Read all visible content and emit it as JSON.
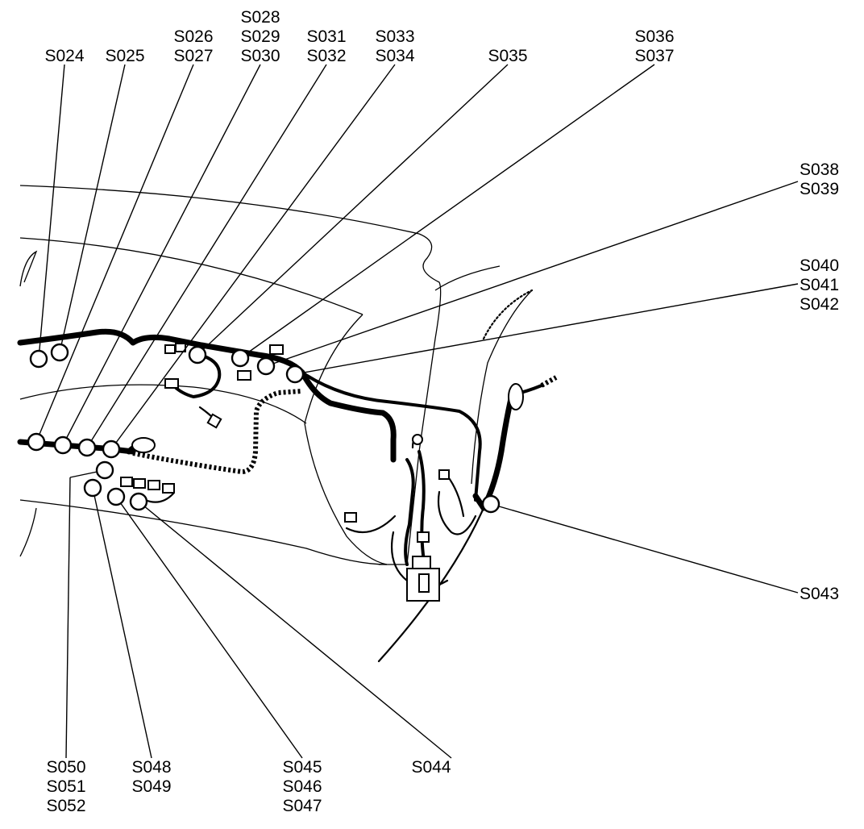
{
  "splices": {
    "s024": [
      "S024"
    ],
    "s025": [
      "S025"
    ],
    "s026": [
      "S026",
      "S027"
    ],
    "s028": [
      "S028",
      "S029",
      "S030"
    ],
    "s031": [
      "S031",
      "S032"
    ],
    "s033": [
      "S033",
      "S034"
    ],
    "s035": [
      "S035"
    ],
    "s036": [
      "S036",
      "S037"
    ],
    "s038": [
      "S038",
      "S039"
    ],
    "s040": [
      "S040",
      "S041",
      "S042"
    ],
    "s043": [
      "S043"
    ],
    "s044": [
      "S044"
    ],
    "s045": [
      "S045",
      "S046",
      "S047"
    ],
    "s048": [
      "S048",
      "S049"
    ],
    "s050": [
      "S050",
      "S051",
      "S052"
    ]
  }
}
